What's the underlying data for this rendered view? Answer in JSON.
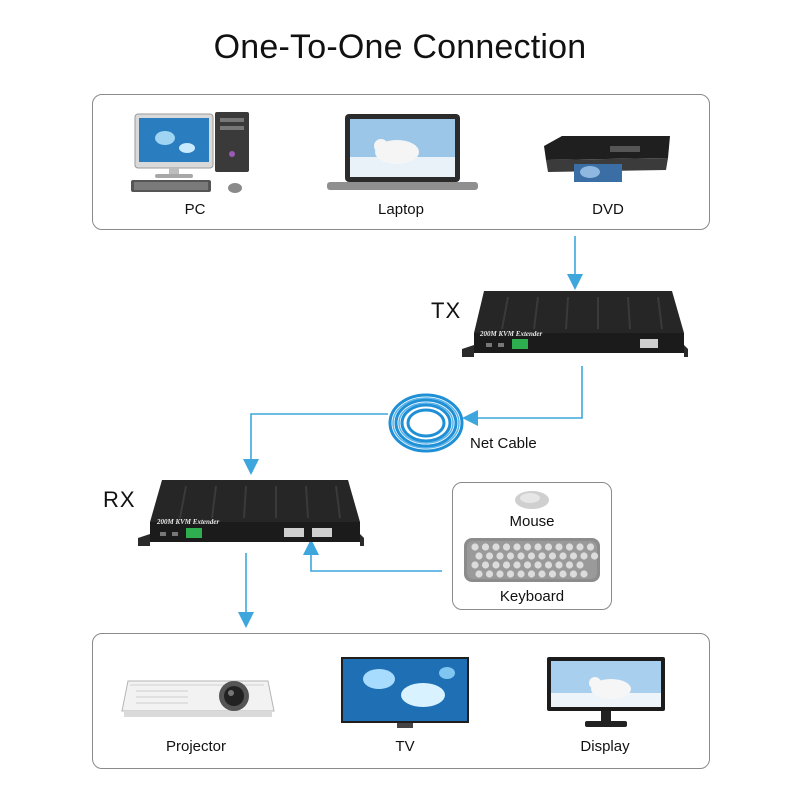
{
  "title": "One-To-One Connection",
  "sources": [
    {
      "label": "PC",
      "icon": "desktop-pc-icon"
    },
    {
      "label": "Laptop",
      "icon": "laptop-icon"
    },
    {
      "label": "DVD",
      "icon": "dvd-player-icon"
    }
  ],
  "transmitter": {
    "label": "TX",
    "device_text": "200M KVM Extender"
  },
  "cable": {
    "label": "Net Cable",
    "icon": "network-cable-coil-icon"
  },
  "receiver": {
    "label": "RX",
    "device_text": "200M KVM Extender"
  },
  "peripherals": [
    {
      "label": "Mouse",
      "icon": "mouse-icon"
    },
    {
      "label": "Keyboard",
      "icon": "keyboard-icon"
    }
  ],
  "displays": [
    {
      "label": "Projector",
      "icon": "projector-icon"
    },
    {
      "label": "TV",
      "icon": "tv-icon"
    },
    {
      "label": "Display",
      "icon": "monitor-icon"
    }
  ],
  "colors": {
    "arrow": "#3da6dd",
    "box_border": "#8a8a8a",
    "device_body": "#2a2a2a",
    "connector": "#2fae4f"
  }
}
